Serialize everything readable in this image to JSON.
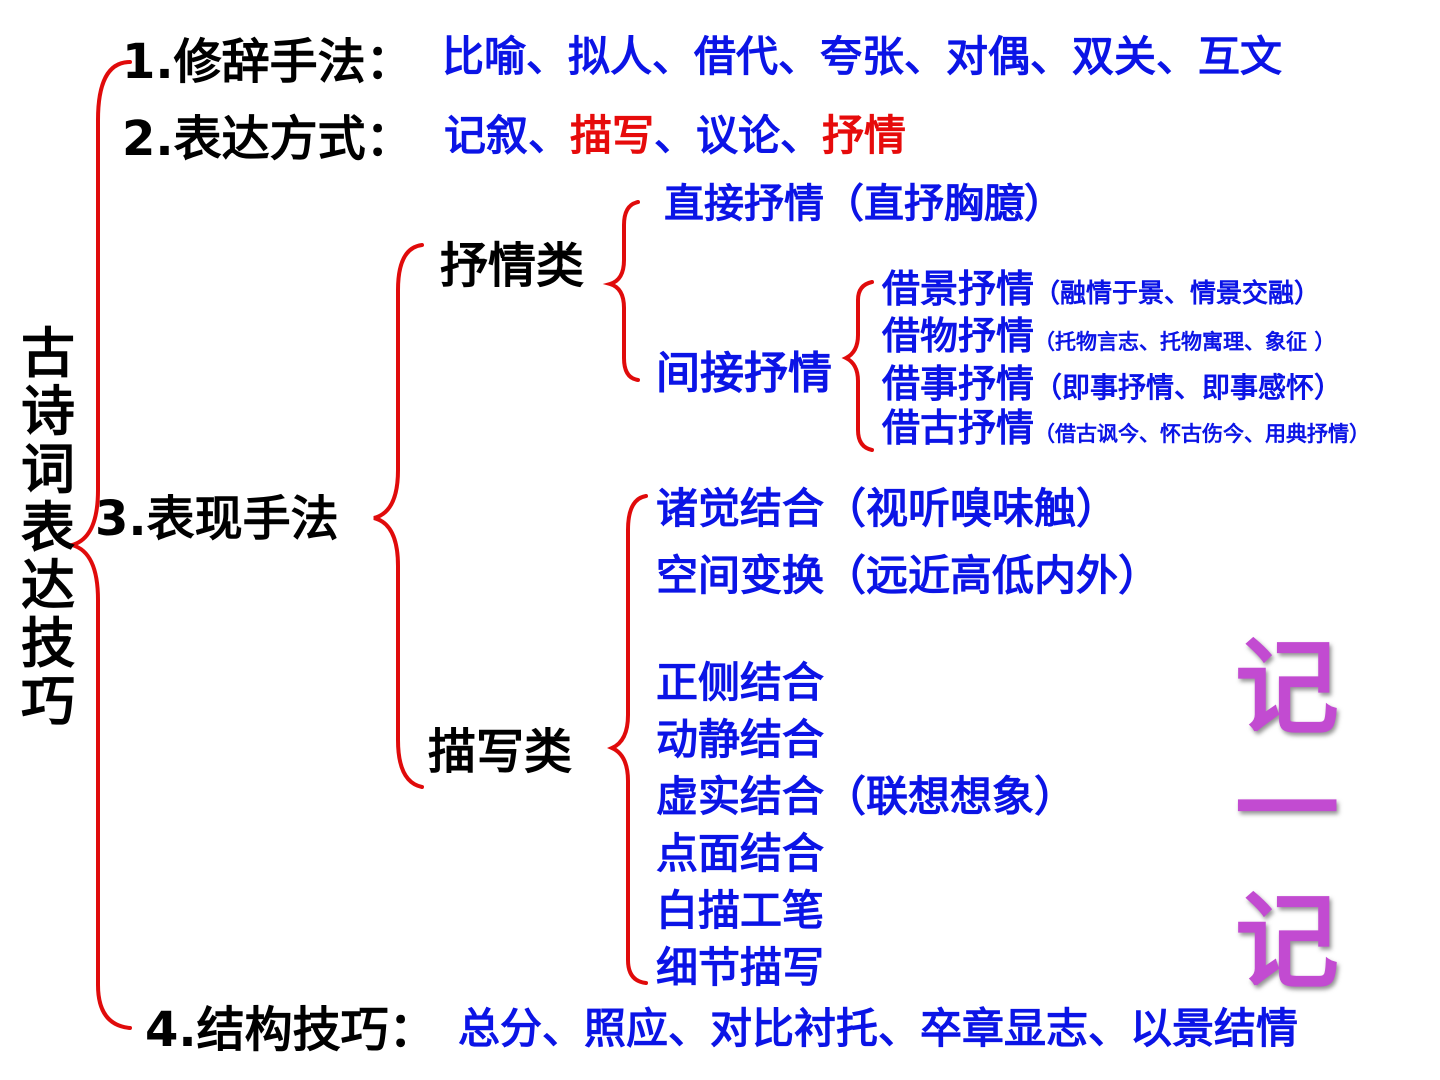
{
  "colors": {
    "heading": "#000000",
    "content": "#0b14e6",
    "highlight": "#e60b0b",
    "brace": "#e00b0b",
    "memo": "#c24bd1"
  },
  "root": {
    "label": "古诗词表达技巧"
  },
  "sections": {
    "s1": {
      "label": "1.修辞手法：",
      "content": "比喻、拟人、借代、夸张、对偶、双关、互文"
    },
    "s2": {
      "label": "2.表达方式：",
      "c1": "记叙、",
      "c2": "描写",
      "c3": "、议论、",
      "c4": "抒情"
    },
    "s3": {
      "label": "3.表现手法"
    },
    "s4": {
      "label": "4.结构技巧：",
      "content": "总分、照应、对比衬托、卒章显志、以景结情"
    }
  },
  "lyric": {
    "label": "抒情类",
    "direct": "直接抒情（直抒胸臆）",
    "indirect": "间接抒情",
    "items": [
      {
        "main": "借景抒情",
        "note": "（融情于景、情景交融）"
      },
      {
        "main": "借物抒情",
        "note": "（托物言志、托物寓理、象征 ）"
      },
      {
        "main": "借事抒情",
        "note": "（即事抒情、即事感怀）"
      },
      {
        "main": "借古抒情",
        "note": "（借古讽今、怀古伤今、用典抒情）"
      }
    ]
  },
  "describe": {
    "label": "描写类",
    "items": [
      "诸觉结合（视听嗅味触）",
      "空间变换（远近高低内外）",
      "正侧结合",
      "动静结合",
      "虚实结合（联想想象）",
      "点面结合",
      "白描工笔",
      "细节描写"
    ]
  },
  "memo": {
    "c1": "记",
    "c2": "一",
    "c3": "记"
  }
}
